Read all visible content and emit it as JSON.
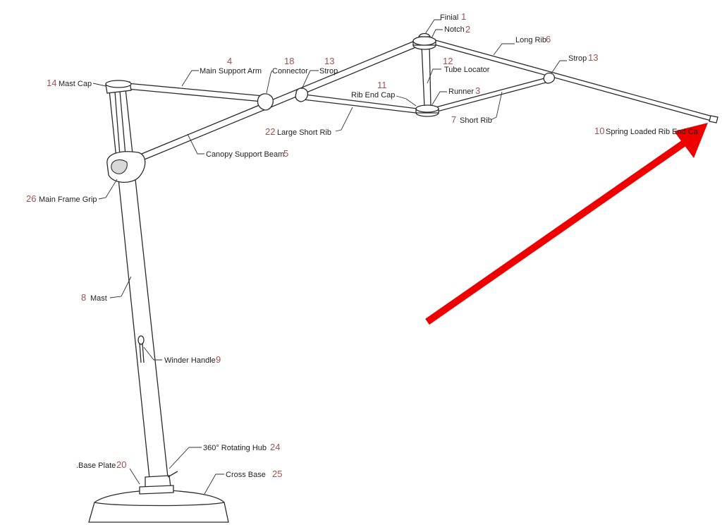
{
  "labels": {
    "finial": {
      "name": "Finial",
      "num": "1"
    },
    "notch": {
      "name": "Notch",
      "num": "2"
    },
    "long_rib": {
      "name": "Long Rib",
      "num": "6"
    },
    "strop_right": {
      "name": "Strop",
      "num": "13"
    },
    "tube_locator": {
      "name": "Tube Locator",
      "num": "12"
    },
    "runner": {
      "name": "Runner",
      "num": "3"
    },
    "rib_end_cap": {
      "name": "Rib End Cap",
      "num": "11"
    },
    "short_rib": {
      "name": "Short Rib",
      "num": "7"
    },
    "spring_cap": {
      "name": "Spring Loaded Rib End Ca",
      "num": "10"
    },
    "main_support_arm": {
      "name": "Main Support Arm",
      "num": "4"
    },
    "connector": {
      "name": "Connector",
      "num": "18"
    },
    "strop_left": {
      "name": "Strop",
      "num": "13"
    },
    "mast_cap": {
      "name": "Mast Cap",
      "num": "14"
    },
    "large_short_rib": {
      "name": "Large Short Rib",
      "num": "22"
    },
    "canopy_support_beam": {
      "name": "Canopy Support Beam",
      "num": "5"
    },
    "main_frame_grip": {
      "name": "Main Frame Grip",
      "num": "26"
    },
    "mast": {
      "name": "Mast",
      "num": "8"
    },
    "winder_handle": {
      "name": "Winder Handle",
      "num": "9"
    },
    "rotating_hub": {
      "name": "360° Rotating Hub",
      "num": "24"
    },
    "base_plate": {
      "name": ".Base Plate",
      "num": "20"
    },
    "cross_base": {
      "name": "Cross Base",
      "num": "25"
    }
  },
  "colors": {
    "line": "#2a2a2a",
    "label_text": "#222222",
    "label_number": "#a05050",
    "arrow": "#ee0000"
  }
}
